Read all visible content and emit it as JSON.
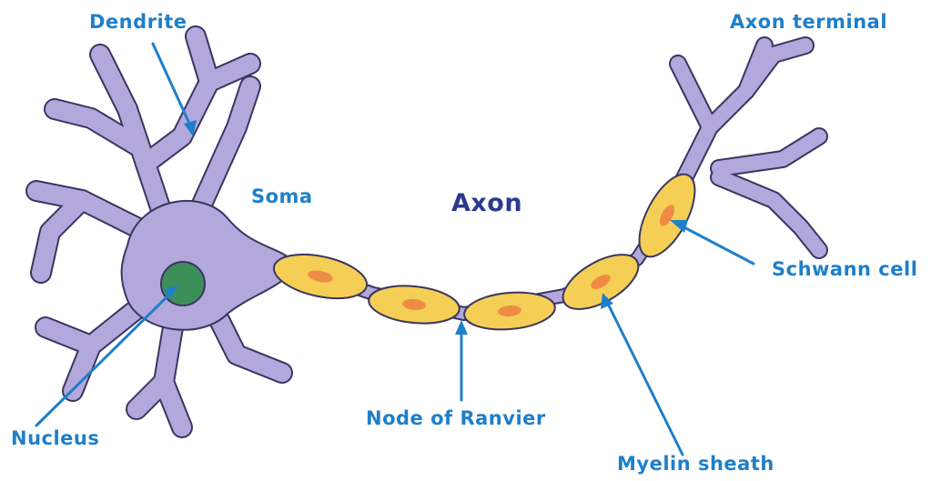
{
  "labels": {
    "dendrite": "Dendrite",
    "axon_terminal": "Axon terminal",
    "soma": "Soma",
    "axon": "Axon",
    "schwann_cell": "Schwann cell",
    "nucleus": "Nucleus",
    "node_of_ranvier": "Node of Ranvier",
    "myelin_sheath": "Myelin sheath"
  },
  "colors": {
    "cell_body": "#b3a8dc",
    "outline": "#3a3560",
    "nucleus": "#3d8f5a",
    "myelin": "#f5cf55",
    "schwann_nucleus": "#ee8c45",
    "label": "#1f7fc9",
    "label_dark": "#2b3a8c",
    "pointer": "#1f7fc9"
  }
}
